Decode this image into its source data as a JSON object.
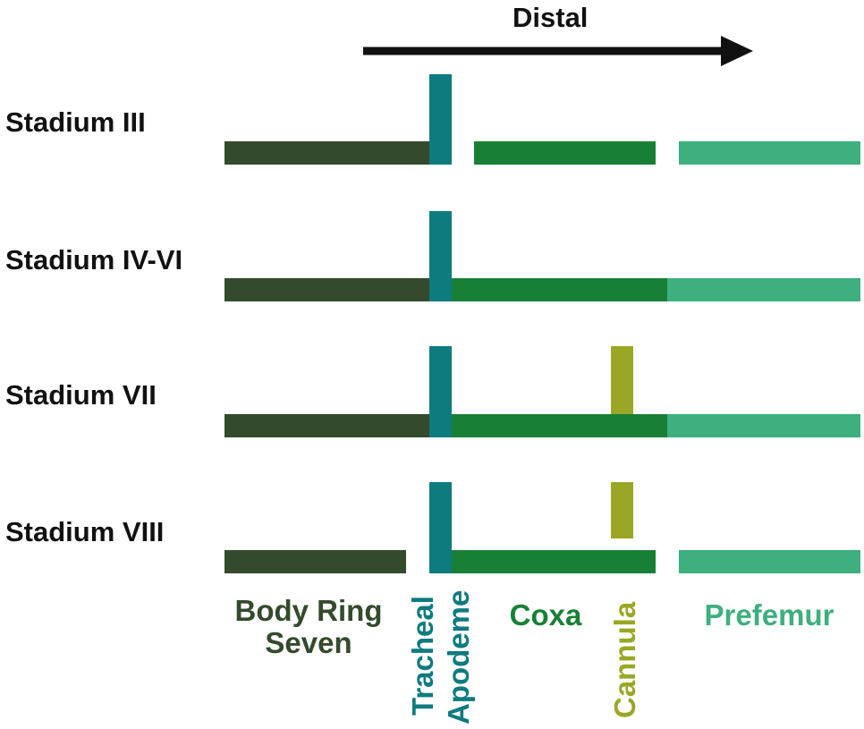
{
  "arrow": {
    "label": "Distal",
    "color": "#111111"
  },
  "colors": {
    "body_ring": "#344a2c",
    "tracheal": "#0e7b7f",
    "coxa": "#188036",
    "cannula": "#9aa725",
    "prefemur": "#3eaf7f"
  },
  "rows": [
    {
      "label": "Stadium III"
    },
    {
      "label": "Stadium IV-VI"
    },
    {
      "label": "Stadium VII"
    },
    {
      "label": "Stadium VIII"
    }
  ],
  "legend": {
    "body_ring": "Body Ring\nSeven",
    "tracheal": "Tracheal",
    "apodeme": "Apodeme",
    "coxa": "Coxa",
    "cannula": "Cannula",
    "prefemur": "Prefemur"
  }
}
